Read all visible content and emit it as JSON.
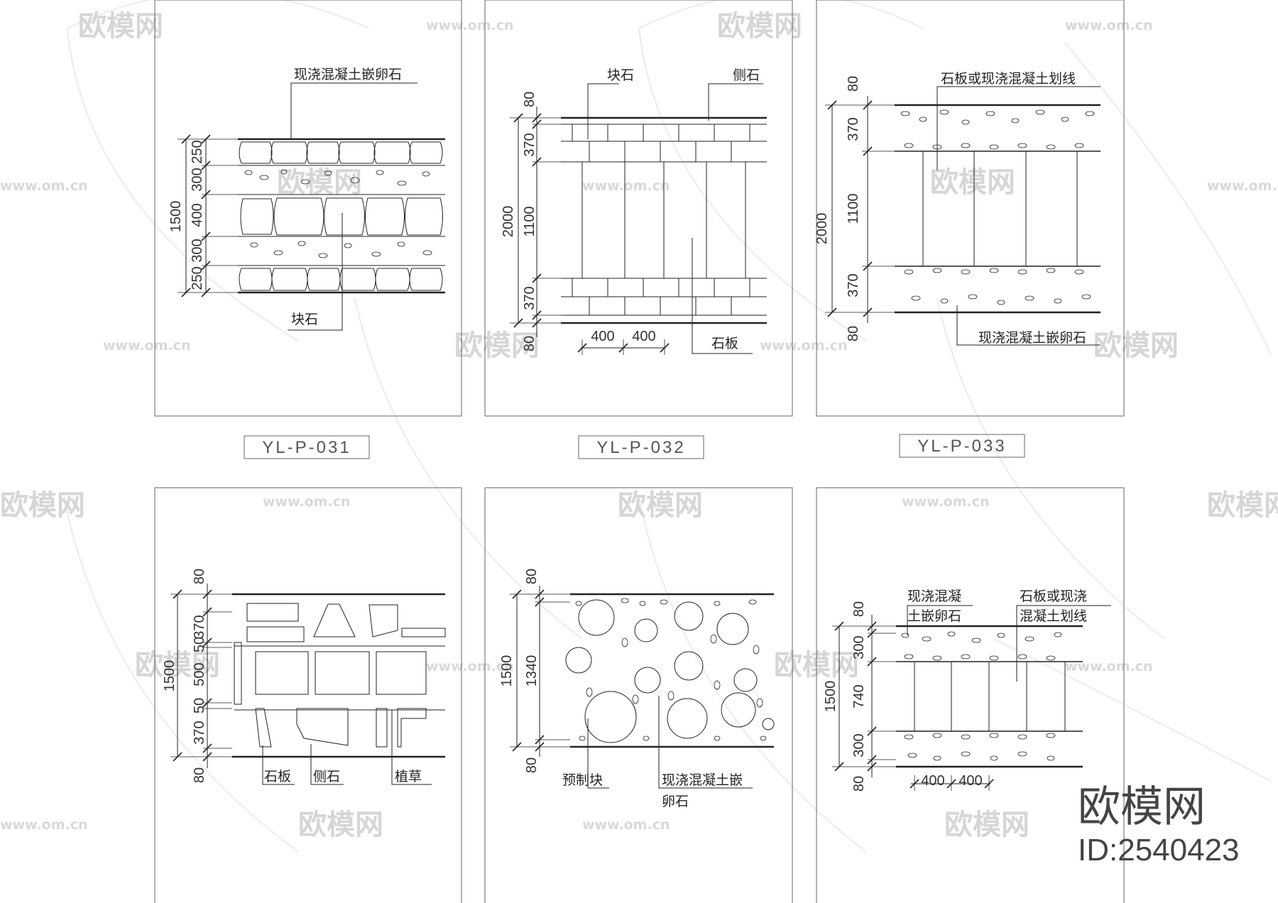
{
  "watermark": {
    "brand": "欧模网",
    "url": "www.om.cn"
  },
  "branding": {
    "title": "欧模网",
    "id": "ID:2540423"
  },
  "panels": [
    {
      "code": "YL-P-031",
      "labels": [
        "现浇混凝土嵌卵石",
        "块石"
      ],
      "dims": [
        "1500",
        "250",
        "300",
        "400",
        "300",
        "250"
      ]
    },
    {
      "code": "YL-P-032",
      "labels": [
        "块石",
        "侧石",
        "石板"
      ],
      "dims": [
        "80",
        "370",
        "1100",
        "370",
        "80",
        "2000",
        "400",
        "400"
      ]
    },
    {
      "code": "YL-P-033",
      "labels": [
        "石板或现浇混凝土划线",
        "现浇混凝土嵌卵石"
      ],
      "dims": [
        "80",
        "370",
        "1100",
        "370",
        "80",
        "2000"
      ]
    },
    {
      "code": "",
      "labels": [
        "石板",
        "侧石",
        "植草"
      ],
      "dims": [
        "80",
        "370",
        "50",
        "500",
        "50",
        "370",
        "80",
        "1500"
      ]
    },
    {
      "code": "",
      "labels": [
        "预制块",
        "现浇混凝土嵌",
        "卵石"
      ],
      "dims": [
        "80",
        "1340",
        "80",
        "1500"
      ]
    },
    {
      "code": "",
      "labels": [
        "现浇混凝",
        "土嵌卵石",
        "石板或现浇",
        "混凝土划线"
      ],
      "dims": [
        "80",
        "300",
        "740",
        "300",
        "80",
        "1500",
        "400",
        "400"
      ]
    }
  ]
}
